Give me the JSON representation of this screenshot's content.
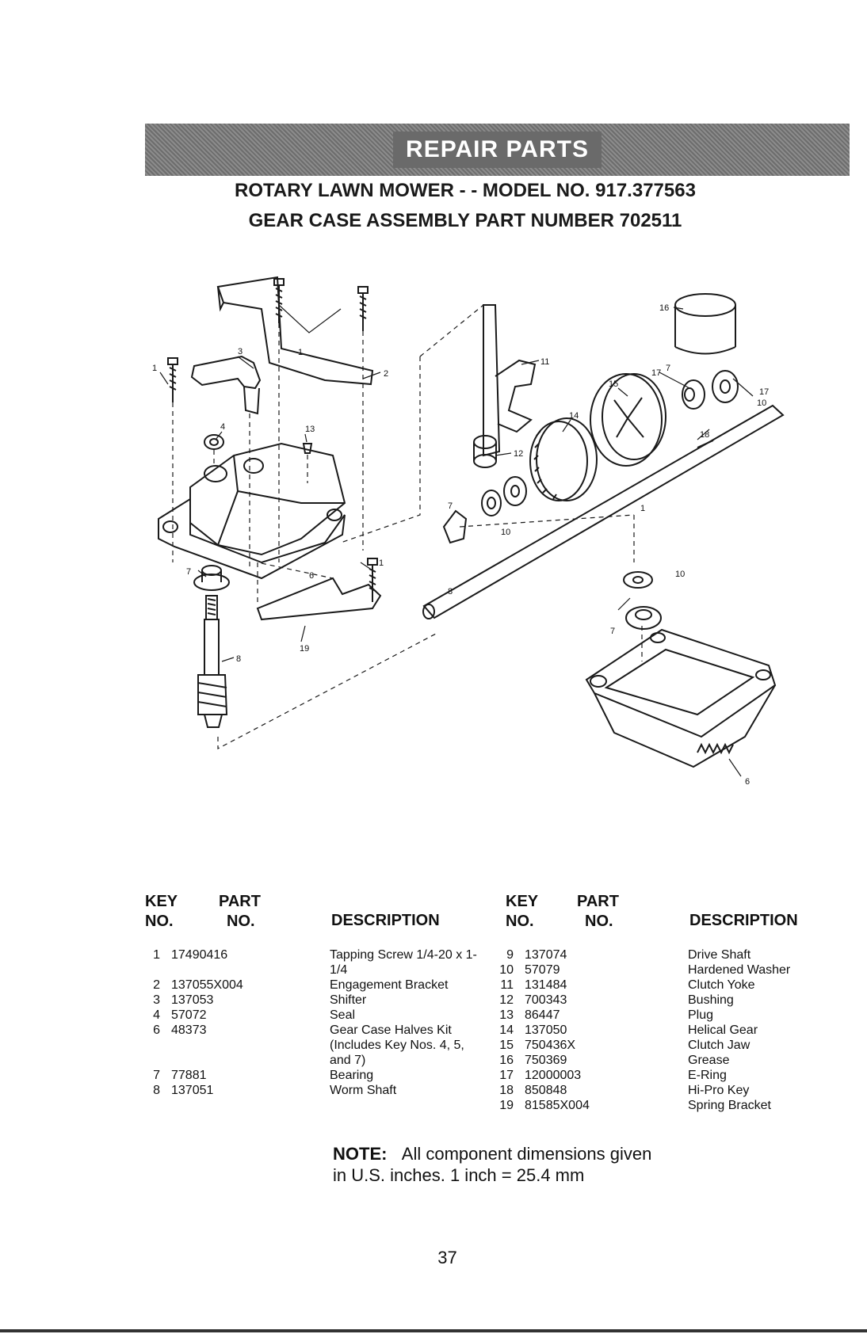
{
  "banner": "REPAIR PARTS",
  "title_line1": "ROTARY LAWN MOWER - - MODEL NO. 917.377563",
  "title_line2": "GEAR CASE ASSEMBLY PART NUMBER 702511",
  "diagram_labels": {
    "l1a": "1",
    "l1b": "1",
    "l1c": "1",
    "l1d": "1",
    "l2": "2",
    "l3": "3",
    "l4": "4",
    "l6a": "6",
    "l6b": "6",
    "l7a": "7",
    "l7b": "7",
    "l7c": "7",
    "l7d": "7",
    "l8a": "8",
    "l8b": "8",
    "l10a": "10",
    "l10b": "10",
    "l10c": "10",
    "l11": "11",
    "l12": "12",
    "l13": "13",
    "l14": "14",
    "l15": "15",
    "l16": "16",
    "l17a": "17",
    "l17b": "17",
    "l18": "18",
    "l19": "19"
  },
  "table_headers": {
    "key_line1": "KEY",
    "key_line2": "NO.",
    "part_line1": "PART",
    "part_line2": "NO.",
    "description": "DESCRIPTION"
  },
  "parts_left": [
    {
      "key": "1",
      "part": "17490416",
      "desc": "Tapping Screw 1/4-20 x 1-1/4"
    },
    {
      "key": "2",
      "part": "137055X004",
      "desc": "Engagement Bracket"
    },
    {
      "key": "3",
      "part": "137053",
      "desc": "Shifter"
    },
    {
      "key": "4",
      "part": "57072",
      "desc": "Seal"
    },
    {
      "key": "6",
      "part": "48373",
      "desc": "Gear Case Halves Kit (Includes Key Nos. 4, 5, and 7)"
    },
    {
      "key": "7",
      "part": "77881",
      "desc": "Bearing"
    },
    {
      "key": "8",
      "part": "137051",
      "desc": "Worm Shaft"
    }
  ],
  "parts_right": [
    {
      "key": "9",
      "part": "137074",
      "desc": "Drive Shaft"
    },
    {
      "key": "10",
      "part": "57079",
      "desc": "Hardened Washer"
    },
    {
      "key": "11",
      "part": "131484",
      "desc": "Clutch Yoke"
    },
    {
      "key": "12",
      "part": "700343",
      "desc": "Bushing"
    },
    {
      "key": "13",
      "part": "86447",
      "desc": "Plug"
    },
    {
      "key": "14",
      "part": "137050",
      "desc": "Helical Gear"
    },
    {
      "key": "15",
      "part": "750436X",
      "desc": "Clutch Jaw"
    },
    {
      "key": "16",
      "part": "750369",
      "desc": "Grease"
    },
    {
      "key": "17",
      "part": "12000003",
      "desc": "E-Ring"
    },
    {
      "key": "18",
      "part": "850848",
      "desc": "Hi-Pro Key"
    },
    {
      "key": "19",
      "part": "81585X004",
      "desc": "Spring Bracket"
    }
  ],
  "note": {
    "label": "NOTE:",
    "text": "All component dimensions given",
    "text2": "in U.S. inches. 1 inch = 25.4 mm"
  },
  "page_number": "37"
}
